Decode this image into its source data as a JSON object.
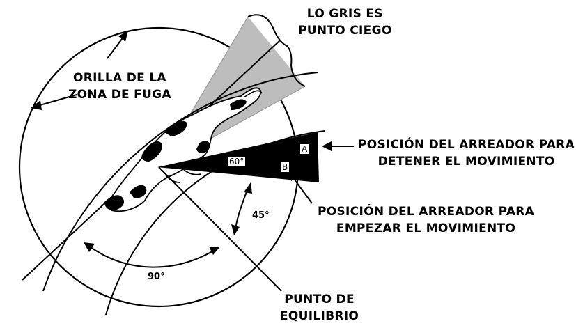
{
  "labels": {
    "blind_spot_line1": "LO GRIS ES",
    "blind_spot_line2": "PUNTO CIEGO",
    "flight_zone_line1": "ORILLA DE LA",
    "flight_zone_line2": "ZONA DE FUGA",
    "stop_line1": "POSICIÓN DEL ARREADOR PARA",
    "stop_line2": "DETENER EL MOVIMIENTO",
    "start_line1": "POSICIÓN DEL ARREADOR PARA",
    "start_line2": "EMPEZAR EL MOVIMIENTO",
    "balance_line1": "PUNTO DE",
    "balance_line2": "EQUILIBRIO"
  },
  "angles": {
    "sixty": "60°",
    "forty_five": "45°",
    "ninety": "90°"
  },
  "markers": {
    "a": "A",
    "b": "B"
  },
  "colors": {
    "ink": "#000000",
    "blind_spot": "#bdbdbd",
    "background": "#ffffff"
  }
}
